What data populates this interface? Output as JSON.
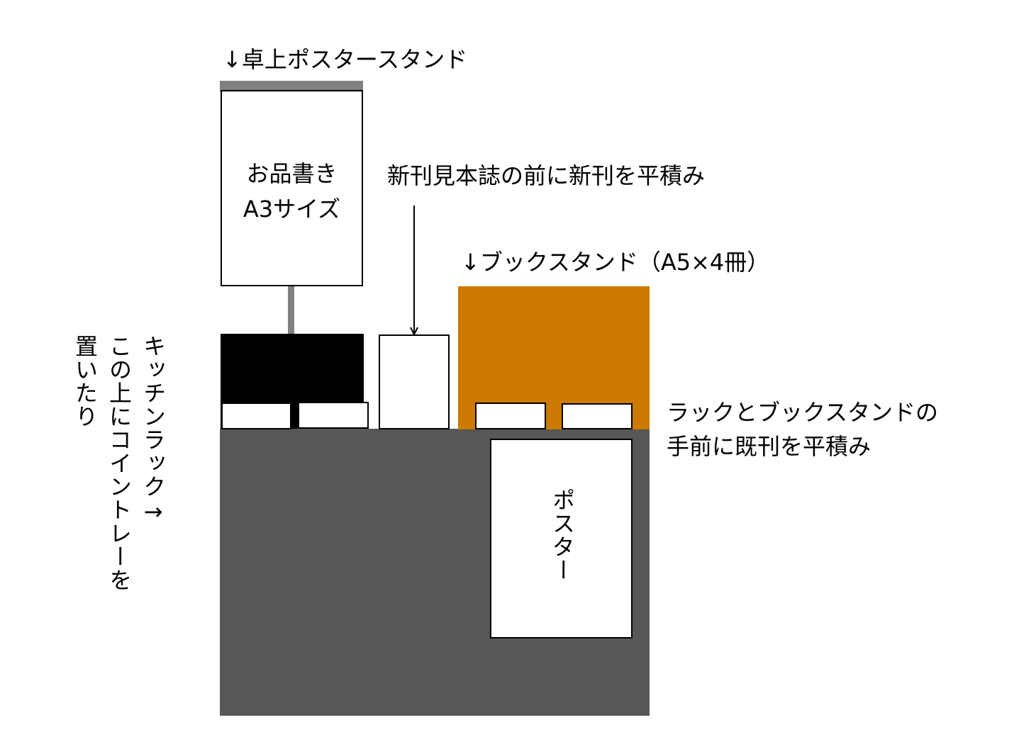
{
  "labels": {
    "poster_stand": "↓卓上ポスタースタンド",
    "menu_line1": "お品書き",
    "menu_line2": "A3サイズ",
    "new_sample": "新刊見本誌の前に新刊を平積み",
    "bookstand": "↓ブックスタンド（A5×4冊）",
    "kitchen_rack": "キッチンラック→",
    "coin_tray_line1": "この上にコイントレーを",
    "coin_tray_line2": "置いたり",
    "backlist_line1": "ラックとブックスタンドの",
    "backlist_line2": "手前に既刊を平積み",
    "poster": "ポスター"
  },
  "colors": {
    "table": "#575757",
    "rack": "#000000",
    "bookstand": "#cc7a00",
    "stand_pole": "#808080",
    "paper": "#ffffff"
  }
}
